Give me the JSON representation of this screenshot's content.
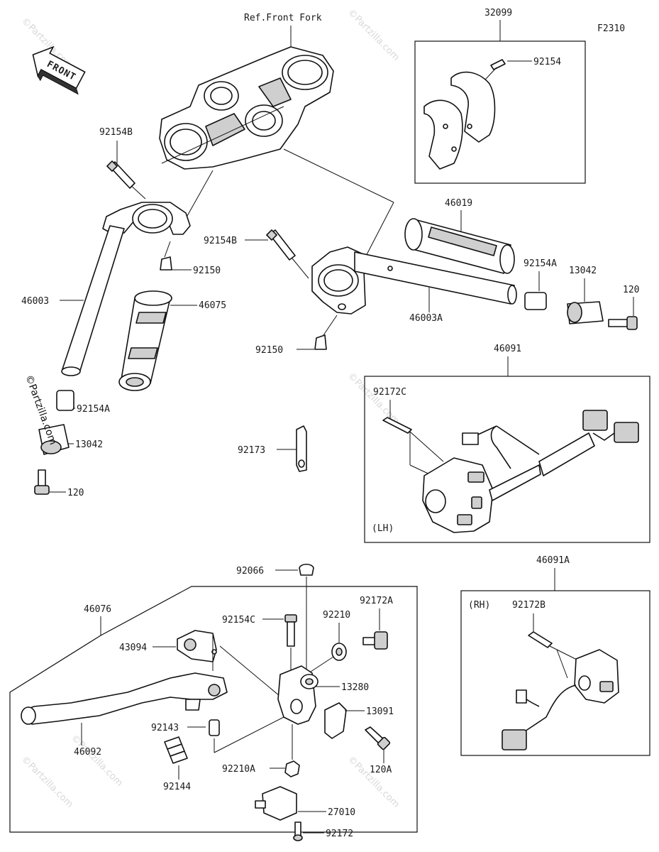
{
  "diagram": {
    "figure_code": "F2310",
    "ref_label": "Ref.Front Fork",
    "front_label": "FRONT",
    "watermarks": [
      "©Partzilla.com",
      "©Partzilla.com",
      "©Partzilla.com",
      "©Partzilla.com",
      "©Partzilla.com",
      "©Partzilla.com"
    ],
    "side_watermark": "©Partzilla.com",
    "boxes": {
      "lh_label": "(LH)",
      "rh_label": "(RH)"
    },
    "parts": [
      {
        "id": "p32099",
        "number": "32099"
      },
      {
        "id": "p92154_top",
        "number": "92154"
      },
      {
        "id": "p92154B_l",
        "number": "92154B"
      },
      {
        "id": "p92150_l",
        "number": "92150"
      },
      {
        "id": "p46003",
        "number": "46003"
      },
      {
        "id": "p46075",
        "number": "46075"
      },
      {
        "id": "p92154A_l",
        "number": "92154A"
      },
      {
        "id": "p13042_l",
        "number": "13042"
      },
      {
        "id": "p120_l",
        "number": "120"
      },
      {
        "id": "p92154B_r",
        "number": "92154B"
      },
      {
        "id": "p92150_r",
        "number": "92150"
      },
      {
        "id": "p46019",
        "number": "46019"
      },
      {
        "id": "p46003A",
        "number": "46003A"
      },
      {
        "id": "p92154A_r",
        "number": "92154A"
      },
      {
        "id": "p13042_r",
        "number": "13042"
      },
      {
        "id": "p120_r",
        "number": "120"
      },
      {
        "id": "p92173",
        "number": "92173"
      },
      {
        "id": "p46091",
        "number": "46091"
      },
      {
        "id": "p92172C",
        "number": "92172C"
      },
      {
        "id": "p46091A",
        "number": "46091A"
      },
      {
        "id": "p92172B",
        "number": "92172B"
      },
      {
        "id": "p92066",
        "number": "92066"
      },
      {
        "id": "p46076",
        "number": "46076"
      },
      {
        "id": "p92154C",
        "number": "92154C"
      },
      {
        "id": "p92210",
        "number": "92210"
      },
      {
        "id": "p92172A",
        "number": "92172A"
      },
      {
        "id": "p43094",
        "number": "43094"
      },
      {
        "id": "p13280",
        "number": "13280"
      },
      {
        "id": "p13091",
        "number": "13091"
      },
      {
        "id": "p92143",
        "number": "92143"
      },
      {
        "id": "p46092",
        "number": "46092"
      },
      {
        "id": "p92210A",
        "number": "92210A"
      },
      {
        "id": "p120A",
        "number": "120A"
      },
      {
        "id": "p92144",
        "number": "92144"
      },
      {
        "id": "p27010",
        "number": "27010"
      },
      {
        "id": "p92172",
        "number": "92172"
      }
    ]
  }
}
